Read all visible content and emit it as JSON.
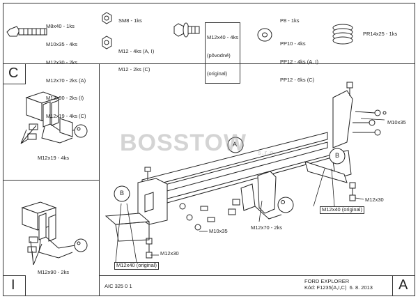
{
  "parts": {
    "bolts_lines": [
      "M8x40 - 1ks",
      "M10x35 - 4ks",
      "M12x30 - 2ks",
      "M12x70 - 2ks (A)",
      "M12x90 - 2ks (I)",
      "M12x19 - 4ks (C)"
    ],
    "nut_sm8": "SM8 - 1ks",
    "nut_m12_lines": [
      "M12 - 4ks (A, I)",
      "M12 - 2ks (C)"
    ],
    "flange_bolt_lines": [
      "M12x40 - 4ks",
      "(pôvodné)",
      "(original)"
    ],
    "washer_p8": "P8 - 1ks",
    "washer_pp_lines": [
      "PP10 - 4ks",
      "PP12 - 4ks (A, I)",
      "PP12 - 6ks (C)"
    ],
    "spring": "PR14x25 - 1ks"
  },
  "panels": {
    "c_letter": "C",
    "c_label": "M12x19 - 4ks",
    "i_letter": "I",
    "i_label": "M12x90 - 2ks"
  },
  "main": {
    "label_a": "A",
    "label_b_left": "B",
    "label_b_right": "B",
    "m10x35_top": "M10x35",
    "m10x35_bottom": "M10x35",
    "m12x30_left": "M12x30",
    "m12x30_right": "M12x30",
    "m12x70": "M12x70 - 2ks",
    "m12x40_left": "M12x40 (original)",
    "m12x40_right": "M12x40 (original)",
    "code": "AIC 325 0 1",
    "vehicle": "FORD EXPLORER",
    "kod": "Kód: F1235(A,I,C)  6. 8. 2013",
    "corner_letter": "A"
  },
  "watermark": {
    "brand": "BOSSTOW",
    "sub": "s.r.o."
  }
}
